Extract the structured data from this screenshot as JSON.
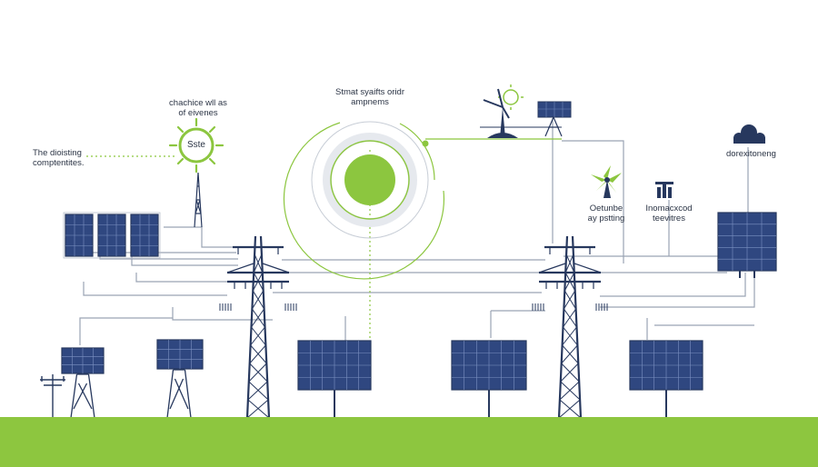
{
  "labels": {
    "left_components": "The dioisting\ncomptentites.",
    "sun_caption": "chachice wll as\nof eivenes",
    "sun_badge": "Sste",
    "center_title": "Stmat syaifts oridr\nampnems",
    "top_right": "dorexitoneng",
    "windmill_label": "Oetunbe\nay pstting",
    "factory_label": "Inomacxcod\nteevitres"
  },
  "colors": {
    "navy": "#27385e",
    "panel": "#2f4780",
    "lime": "#8cc63f",
    "line": "#9aa3b3",
    "ground": "#8dc63f",
    "text": "#2b3445"
  },
  "icons": [
    "sun-icon",
    "wind-turbine-icon",
    "cloud-icon",
    "windmill-icon",
    "factory-icon",
    "solar-panel-icon",
    "transmission-tower-icon"
  ]
}
